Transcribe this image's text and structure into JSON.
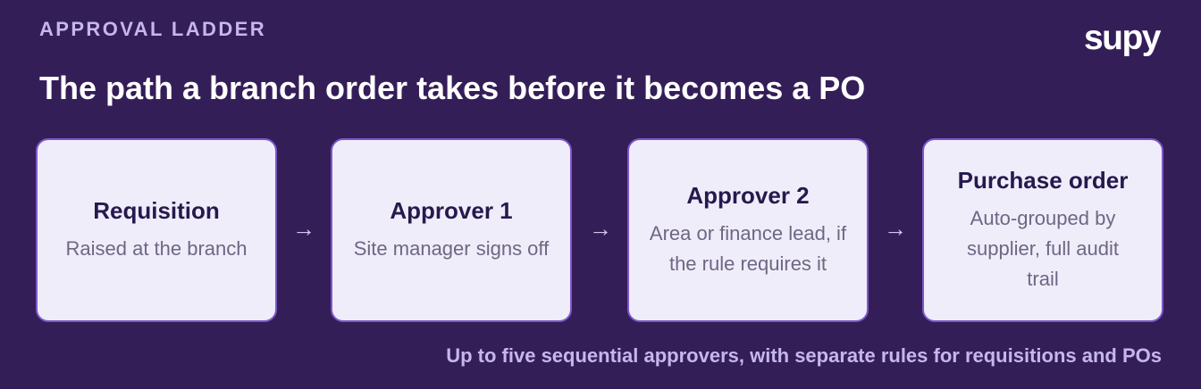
{
  "header": {
    "eyebrow": "APPROVAL LADDER",
    "title": "The path a branch order takes before it becomes a PO",
    "logo_text": "supy"
  },
  "steps": [
    {
      "title": "Requisition",
      "description": "Raised at the branch"
    },
    {
      "title": "Approver 1",
      "description": "Site manager signs off"
    },
    {
      "title": "Approver 2",
      "description": "Area or finance lead, if the rule requires it"
    },
    {
      "title": "Purchase order",
      "description": "Auto-grouped by supplier, full audit trail"
    }
  ],
  "connector": {
    "symbol": "→"
  },
  "footnote": "Up to five sequential approvers, with separate rules for requisitions and POs",
  "colors": {
    "background": "#341e58",
    "card_fill": "#efedfa",
    "card_border": "#7e57c9",
    "title_text": "#27194d",
    "description_text": "#6f6684",
    "accent_text": "#c6b6ec"
  }
}
